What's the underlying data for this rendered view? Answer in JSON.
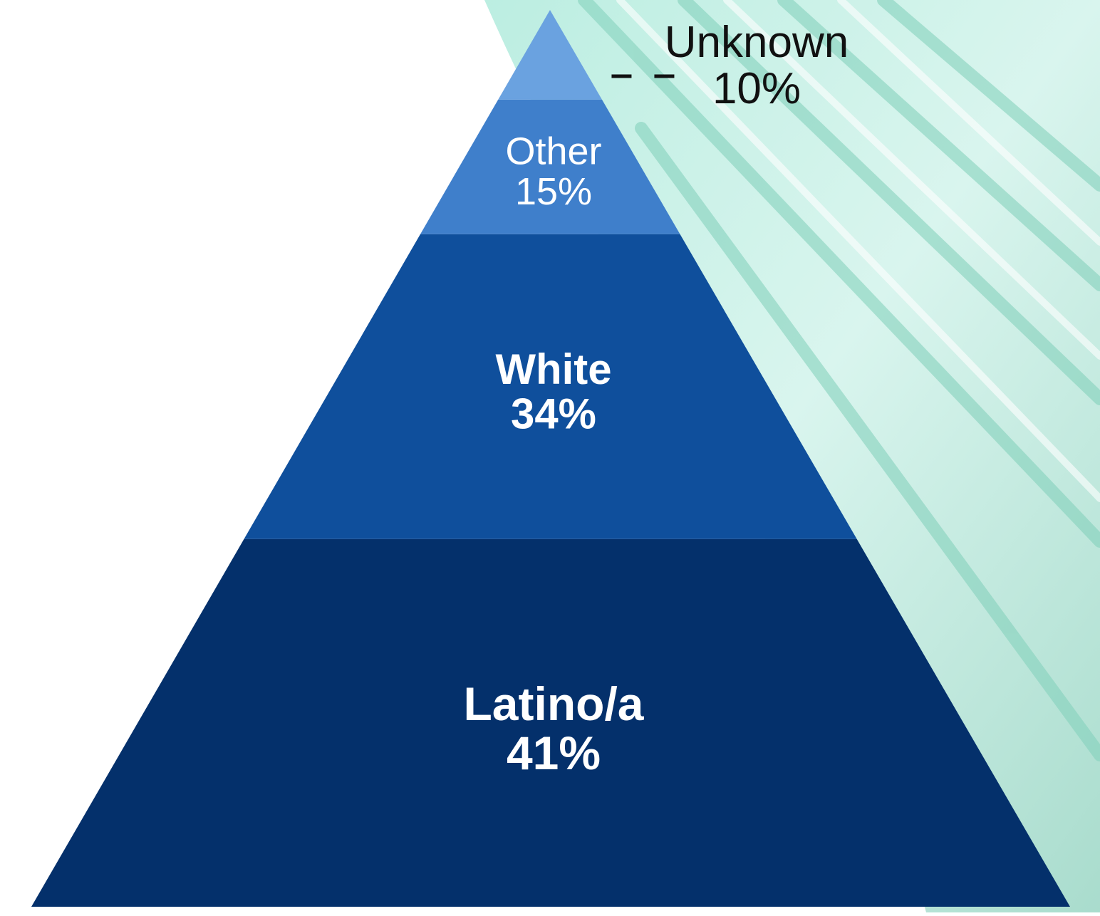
{
  "chart_data": {
    "type": "pyramid",
    "segments": [
      {
        "label": "Latino/a",
        "value_label": "41%",
        "value": 41,
        "color": "#04306b",
        "label_color": "#ffffff",
        "bold": true
      },
      {
        "label": "White",
        "value_label": "34%",
        "value": 34,
        "color": "#0f4f9c",
        "label_color": "#ffffff",
        "bold": true
      },
      {
        "label": "Other",
        "value_label": "15%",
        "value": 15,
        "color": "#3f7fcb",
        "label_color": "#ffffff",
        "bold": false
      },
      {
        "label": "Unknown",
        "value_label": "10%",
        "value": 10,
        "color": "#6aa2e0",
        "label_color": "#111111",
        "bold": false,
        "callout": true
      }
    ],
    "order": "bottom-to-top",
    "background": "white page with teal fabric photo in the upper-right"
  }
}
